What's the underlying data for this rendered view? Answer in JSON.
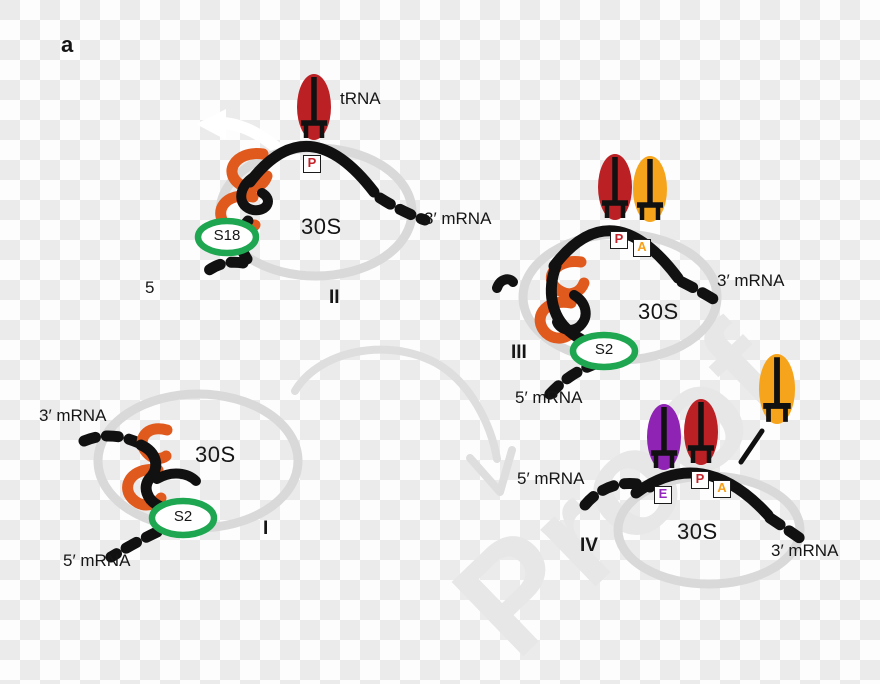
{
  "panel": {
    "label": "a"
  },
  "watermark": {
    "text": "Proof"
  },
  "palette": {
    "trna_red": "#bb2025",
    "trna_orange": "#f6a41c",
    "trna_purple": "#8f23b3",
    "rrna_orange": "#e05a1e",
    "protein_green": "#1ea750",
    "ribosome_gray": "#d9d9d9",
    "mrna_black": "#111111",
    "site_p_red": "#c5232b",
    "site_a_orange": "#f7a01b",
    "site_e_purple": "#9327bd"
  },
  "states": {
    "s1": {
      "numeral": "I",
      "subunit": "30S",
      "protein": "S2",
      "mrna3": "3′ mRNA",
      "mrna5": "5′ mRNA"
    },
    "s2": {
      "numeral": "II",
      "subunit": "30S",
      "protein": "S18",
      "trna": "tRNA",
      "site_p": "P",
      "mrna3": "3′ mRNA",
      "mrna5_end": "5"
    },
    "s3": {
      "numeral": "III",
      "subunit": "30S",
      "protein": "S2",
      "site_p": "P",
      "site_a": "A",
      "mrna3": "3′ mRNA",
      "mrna5": "5′ mRNA"
    },
    "s4": {
      "numeral": "IV",
      "subunit": "30S",
      "site_e": "E",
      "site_p": "P",
      "site_a": "A",
      "mrna3": "3′ mRNA",
      "mrna5": "5′ mRNA"
    }
  }
}
